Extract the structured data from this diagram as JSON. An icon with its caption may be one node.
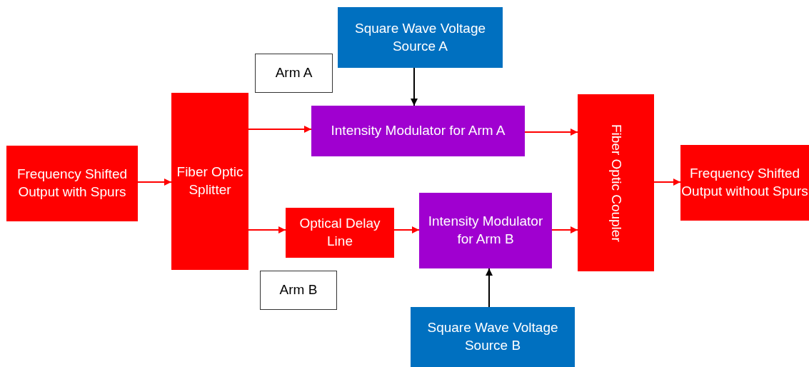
{
  "diagram": {
    "nodes": [
      {
        "text": [
          "Frequency Shifted Output with Spurs"
        ]
      },
      {
        "text": [
          "Fiber Optic Splitter"
        ]
      },
      {
        "text": [
          "Square Wave Voltage Source A"
        ]
      },
      {
        "text": [
          "Arm A"
        ]
      },
      {
        "text": [
          "Intensity Modulator for Arm A"
        ]
      },
      {
        "text": [
          "Optical Delay Line"
        ]
      },
      {
        "text": [
          "Intensity Modulator for Arm B"
        ]
      },
      {
        "text": [
          "Arm B"
        ]
      },
      {
        "text": [
          "Square Wave Voltage Source B"
        ]
      },
      {
        "text": [
          "Fiber Optic Coupler"
        ]
      },
      {
        "text": [
          "Frequency Shifted Output without Spurs"
        ]
      }
    ],
    "edges": [
      {
        "from": 0,
        "to": 1,
        "arrow": "to"
      },
      {
        "from": 1,
        "to": 4,
        "arrow": "to"
      },
      {
        "from": 1,
        "to": 5,
        "arrow": "to"
      },
      {
        "from": 5,
        "to": 6,
        "arrow": "to"
      },
      {
        "from": 2,
        "to": 4,
        "arrow": "to",
        "color": "#000000"
      },
      {
        "from": 8,
        "to": 6,
        "arrow": "to",
        "color": "#000000"
      },
      {
        "from": 4,
        "to": 9,
        "arrow": "to"
      },
      {
        "from": 6,
        "to": 9,
        "arrow": "to"
      },
      {
        "from": 9,
        "to": 10,
        "arrow": "to"
      }
    ]
  }
}
